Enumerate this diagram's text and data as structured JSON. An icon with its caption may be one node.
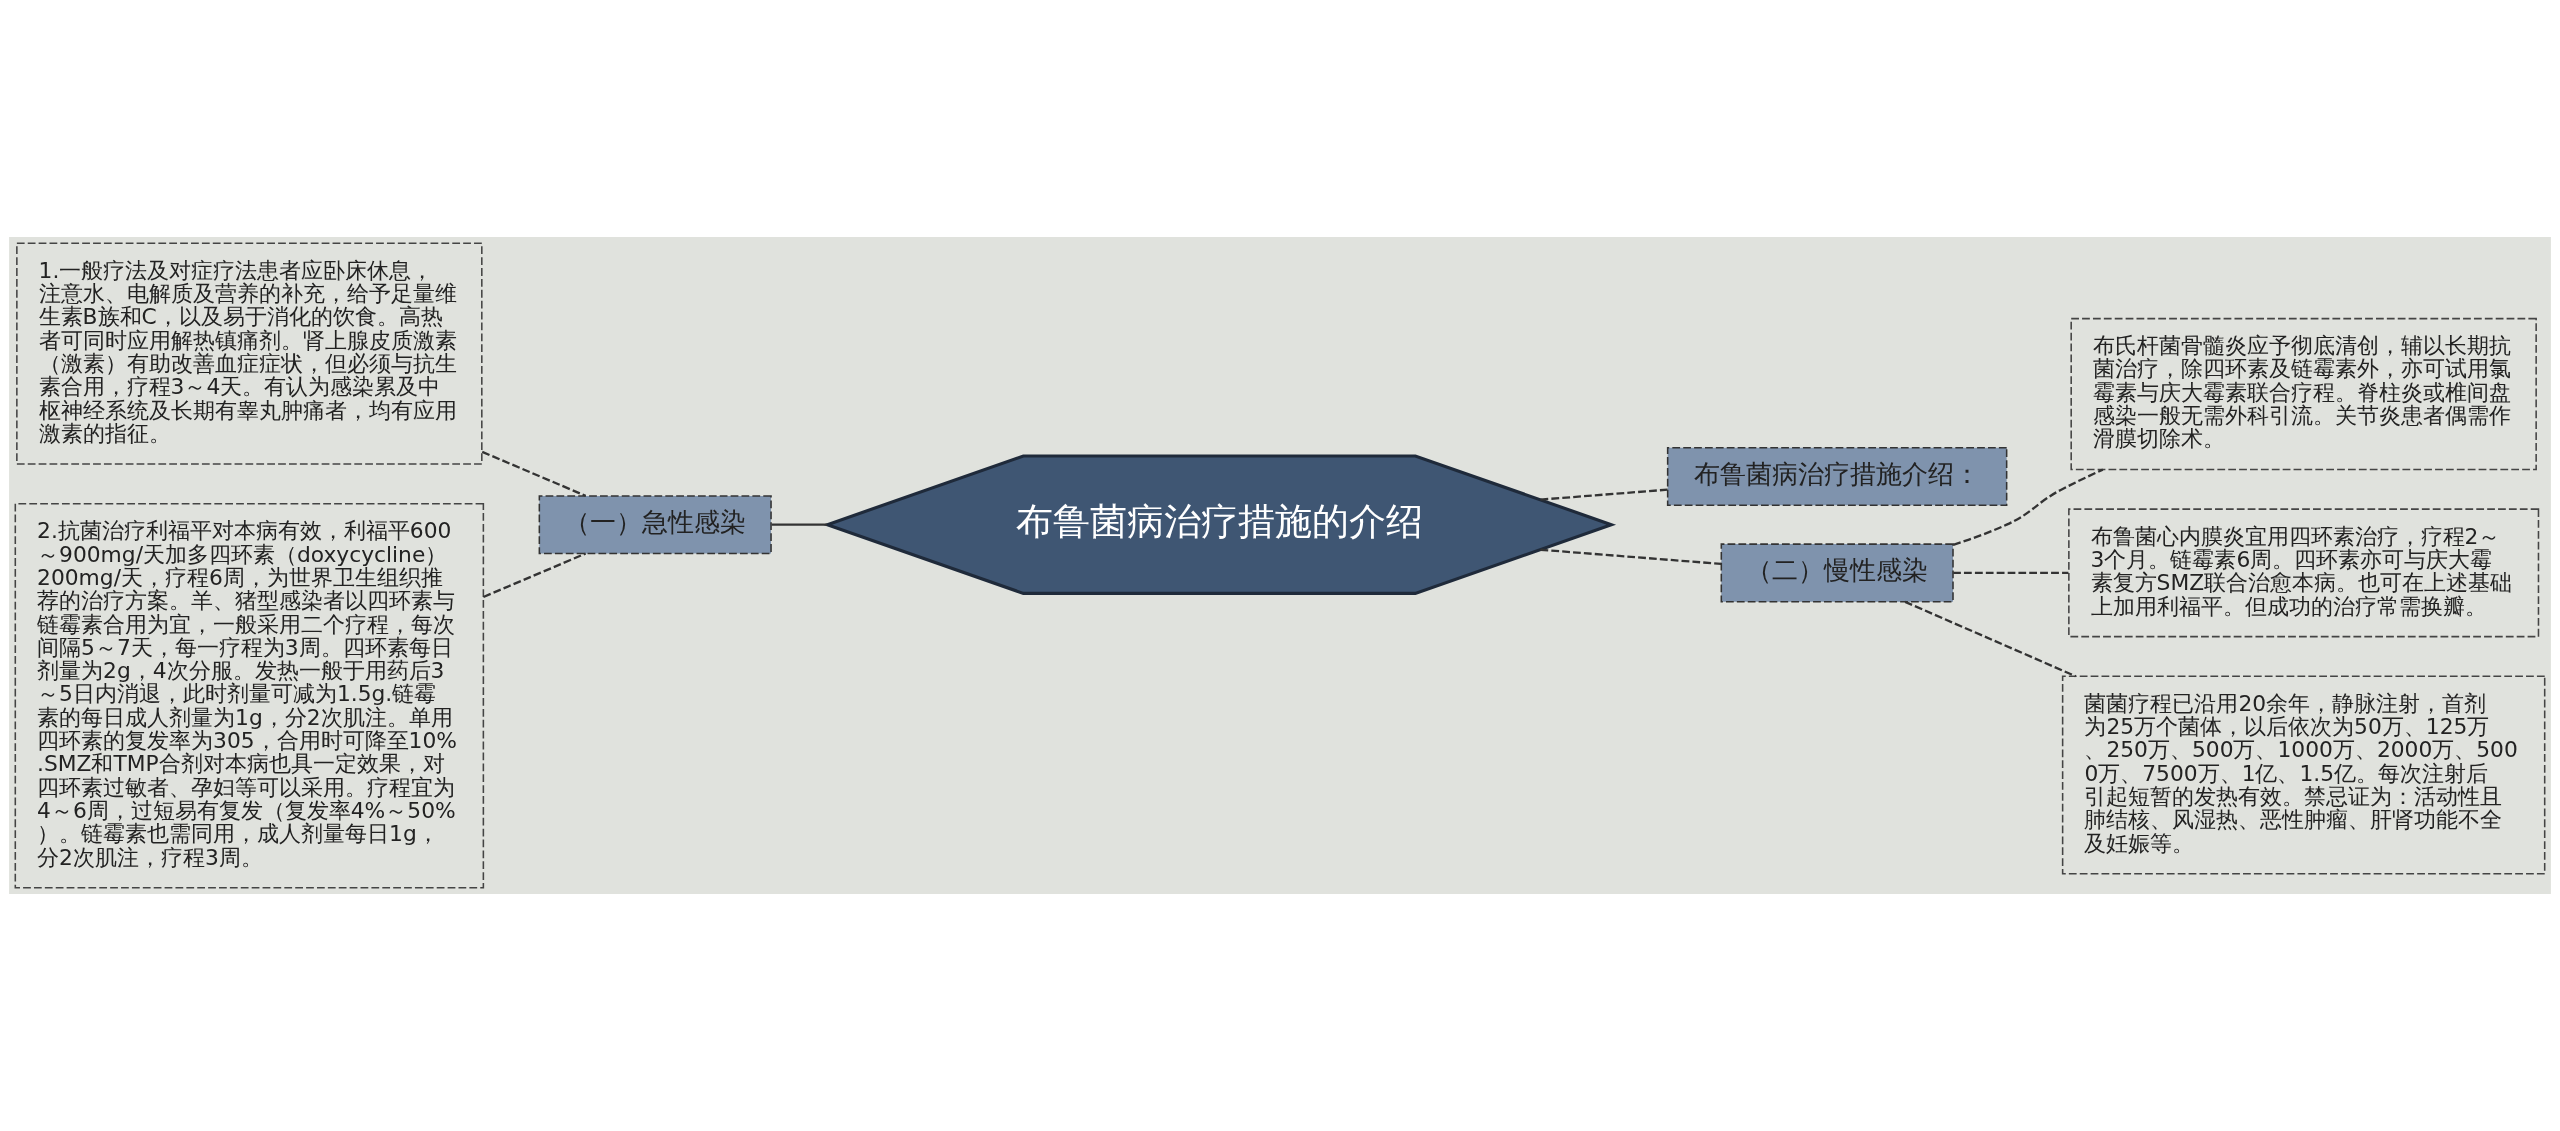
{
  "diagram": {
    "nodes": [
      {
        "text": [
          "布鲁菌病治疗措施的介绍"
        ]
      },
      {
        "text": [
          "（一）急性感染"
        ]
      },
      {
        "text": [
          "1.一般疗法及对症疗法患者应卧床休息，注意水、电解质及营养的补充，给予足量维生素B族和C，以及易于消化的饮食。高热者可同时应用解热镇痛剂。肾上腺皮质激素（激素）有助改善血症症状，但必须与抗生素合用，疗程3～4天。有认为感染累及中枢神经系统及长期有睾丸肿痛者，均有应用激素的指征。"
        ]
      },
      {
        "text": [
          "2.抗菌治疗利福平对本病有效，利福平600～900mg/天加多四环素（doxycycline）200mg/天，疗程6周，为世界卫生组织推荐的治疗方案。羊、猪型感染者以四环素与链霉素合用为宜，一般采用二个疗程，每次间隔5～7天，每一疗程为3周。四环素每日剂量为2g，4次分服。发热一般于用药后3～5日内消退，此时剂量可减为1.5g.链霉素的每日成人剂量为1g，分2次肌注。单用四环素的复发率为305，合用时可降至10%.SMZ和TMP合剂对本病也具一定效果，对四环素过敏者、孕妇等可以采用。疗程宜为4～6周，过短易有复发（复发率4%～50%）。链霉素也需同用，成人剂量每日1g，分2次肌注，疗程3周。"
        ]
      },
      {
        "text": [
          "布鲁菌病治疗措施介绍："
        ]
      },
      {
        "text": [
          "（二）慢性感染"
        ]
      },
      {
        "text": [
          "布氏杆菌骨髓炎应予彻底清创，辅以长期抗菌治疗，除四环素及链霉素外，亦可试用氯霉素与庆大霉素联合疗程。脊柱炎或椎间盘感染一般无需外科引流。关节炎患者偶需作滑膜切除术。"
        ]
      },
      {
        "text": [
          "布鲁菌心内膜炎宜用四环素治疗，疗程2～3个月。链霉素6周。四环素亦可与庆大霉素复方SMZ联合治愈本病。也可在上述基础上加用利福平。但成功的治疗常需换瓣。"
        ]
      },
      {
        "text": [
          "菌菌疗程已沿用20余年，静脉注射，首剂为25万个菌体，以后依次为50万、125万、250万、500万、1000万、2000万、5000万、7500万、1亿、1.5亿。每次注射后引起短暂的发热有效。禁忌证为：活动性且肺结核、风湿热、恶性肿瘤、肝肾功能不全及妊娠等。"
        ]
      }
    ],
    "edges": [
      {
        "from": 0,
        "to": 1,
        "arrow": "none"
      },
      {
        "from": 1,
        "to": 2,
        "arrow": "none",
        "style": "dashed"
      },
      {
        "from": 1,
        "to": 3,
        "arrow": "none",
        "style": "dashed"
      },
      {
        "from": 0,
        "to": 4,
        "arrow": "none",
        "style": "dashed"
      },
      {
        "from": 0,
        "to": 5,
        "arrow": "none",
        "style": "dashed"
      },
      {
        "from": 5,
        "to": 6,
        "arrow": "none",
        "style": "dashed"
      },
      {
        "from": 5,
        "to": 7,
        "arrow": "none",
        "style": "dashed"
      },
      {
        "from": 5,
        "to": 8,
        "arrow": "none",
        "style": "dashed"
      }
    ]
  }
}
